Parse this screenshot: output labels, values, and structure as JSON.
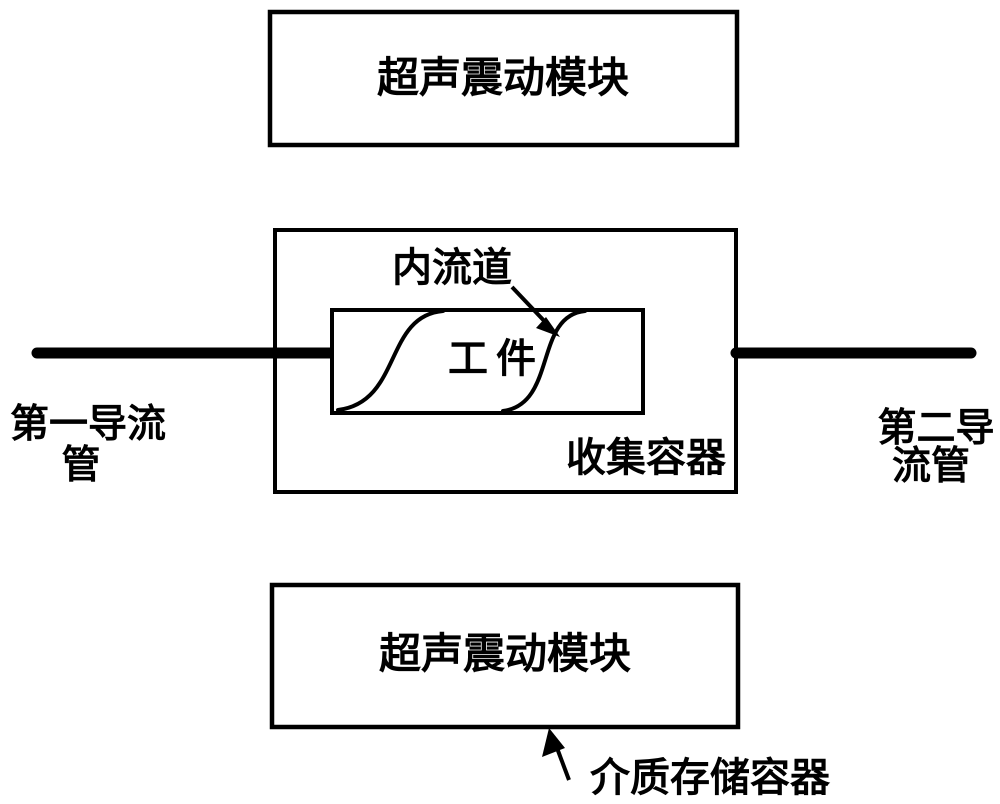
{
  "diagram": {
    "description": "Schematic of an ultrasonic medium storage container with collection container, workpiece inner flow channel and two guide pipes",
    "colors": {
      "line": "#000000",
      "background": "#ffffff"
    },
    "labels": {
      "top_module": "超声震动模块",
      "bottom_module": "超声震动模块",
      "inner_channel": "内流道",
      "workpiece": "工件",
      "collection_container": "收集容器",
      "storage_container": "介质存储容器",
      "first_pipe_lines": [
        "第一导流",
        "管"
      ],
      "second_pipe_lines": [
        "第二导",
        "流管"
      ]
    }
  }
}
